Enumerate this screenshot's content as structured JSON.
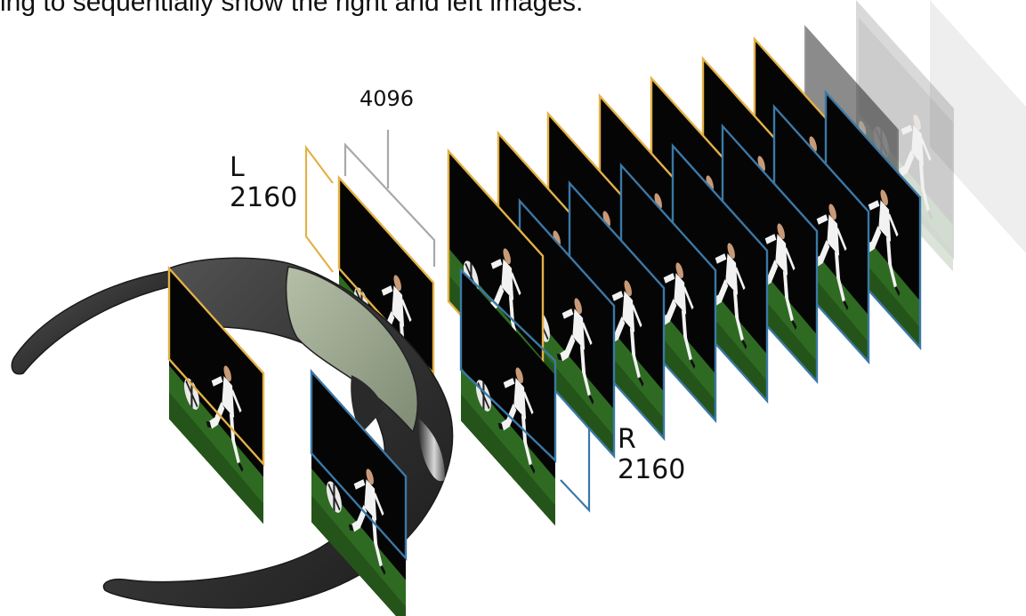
{
  "caption": "ing to sequentially show the right and left images.",
  "labels": {
    "width": "4096",
    "left_eye_letter": "L",
    "left_eye_height": "2160",
    "right_eye_letter": "R",
    "right_eye_height": "2160"
  },
  "colors": {
    "left_eye_frame": "#e3b146",
    "right_eye_frame": "#3b78a6",
    "width_bracket": "#a8a8a8",
    "frame_sky": "#050505",
    "frame_field": "#2f6a22",
    "player_kit": "#f2f2f2",
    "glasses_body": "#3a3a3a",
    "glasses_lens": "#9aa58e"
  },
  "icons": {
    "glasses": "3d-shutter-glasses-icon",
    "frame": "soccer-video-frame-icon"
  },
  "frames": {
    "left_eye_frames_in_sequence": 7,
    "right_eye_frames_in_sequence": 7,
    "faded_frames_at_end": 3
  }
}
